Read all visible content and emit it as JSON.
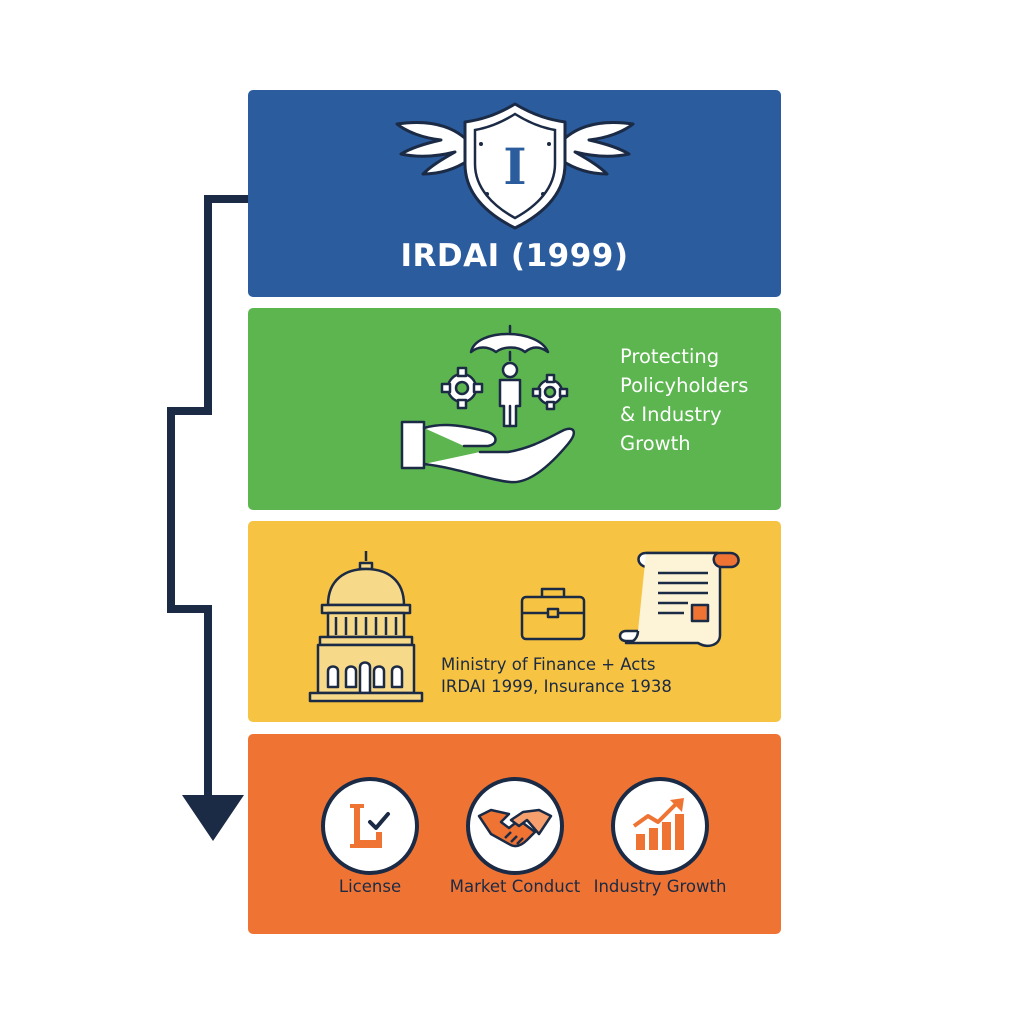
{
  "colors": {
    "regulator_panel": "#2b5c9e",
    "mission_panel": "#5cb54f",
    "legal_panel": "#f6c342",
    "functions_panel": "#ef7434",
    "outline": "#1b2a45",
    "arrow": "#1b2a45"
  },
  "regulator": {
    "icon": "winged-shield-icon",
    "emblem_letter": "I",
    "title": "IRDAI (1999)"
  },
  "mission": {
    "icon": "hand-umbrella-person-gears-icon",
    "lines": [
      "Protecting",
      "Policyholders",
      "& Industry",
      "Growth"
    ]
  },
  "legal_framework": {
    "icons": [
      "parliament-building-icon",
      "briefcase-icon",
      "document-scroll-icon"
    ],
    "lines": [
      "Ministry of Finance + Acts",
      "IRDAI 1999, Insurance 1938"
    ]
  },
  "functions": [
    {
      "icon": "license-check-icon",
      "label": "License"
    },
    {
      "icon": "handshake-icon",
      "label": "Market Conduct"
    },
    {
      "icon": "growth-chart-icon",
      "label": "Industry Growth"
    }
  ]
}
